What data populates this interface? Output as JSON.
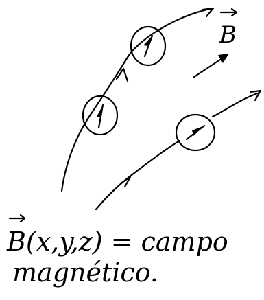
{
  "field_symbol": "B",
  "caption_line1": "B(x,y,z) = campo",
  "caption_line2": "magnético.",
  "colors": {
    "ink": "#000000",
    "paper": "#ffffff"
  }
}
